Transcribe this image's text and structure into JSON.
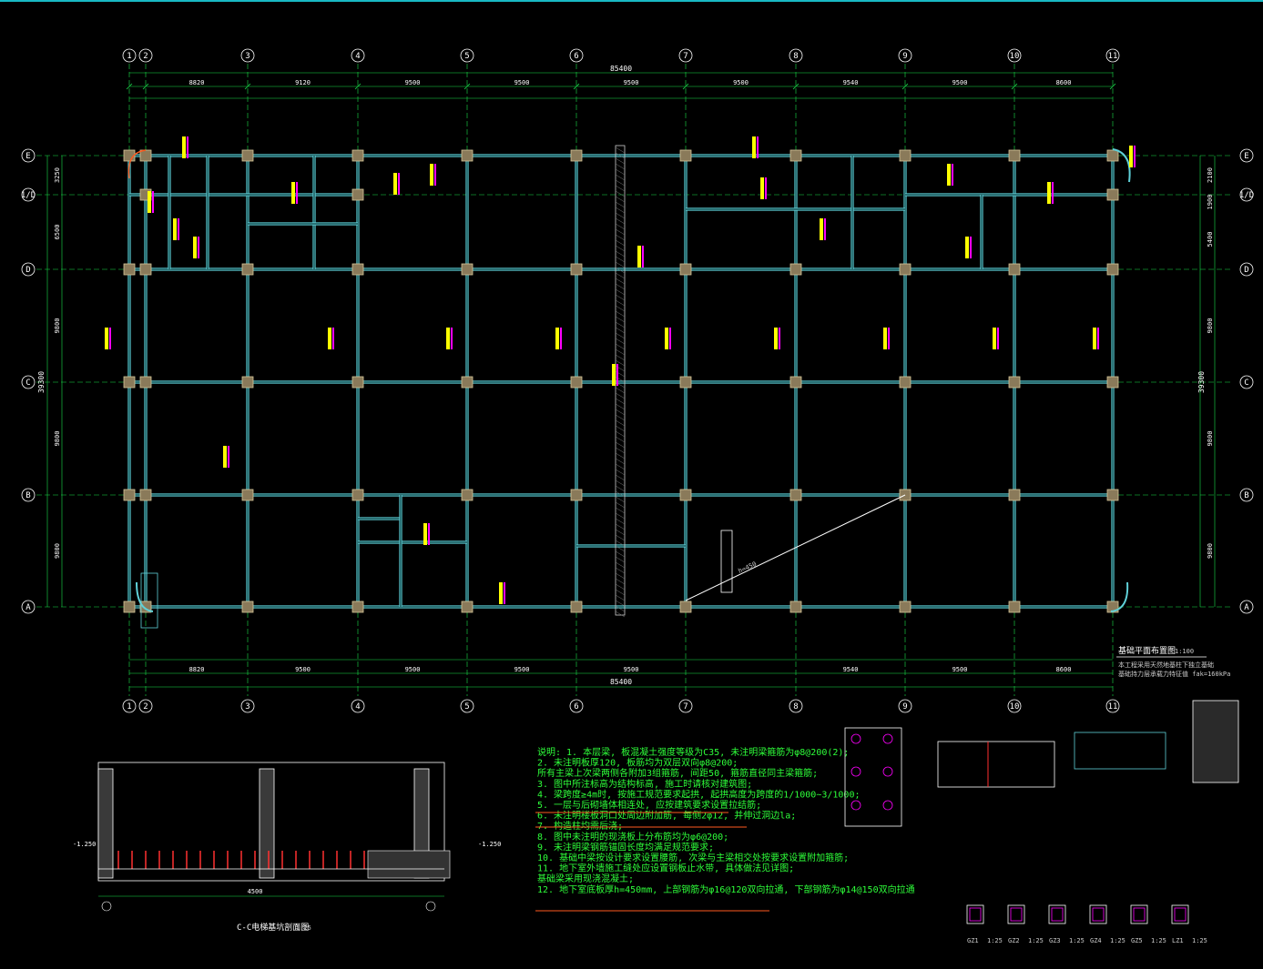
{
  "colors": {
    "background": "#000000",
    "grid_line": "#19e04b",
    "beam": "#5fd0d8",
    "column": "#8a7a5a",
    "dimension": "#19e04b",
    "text": "#ffffff",
    "tag": "#ff00ff",
    "tag_fill": "#ffff00",
    "notes": "#2eff3a",
    "highlight": "#ff5a1f"
  },
  "grid": {
    "columns": [
      "1",
      "2",
      "3",
      "4",
      "5",
      "6",
      "7",
      "8",
      "9",
      "10",
      "11"
    ],
    "rows": [
      "E",
      "1/D",
      "D",
      "C",
      "B",
      "A"
    ],
    "total_length": "85400",
    "total_width": "39300",
    "bay_top": [
      "8820",
      "9120",
      "9500",
      "9500",
      "9500",
      "9500",
      "9540",
      "9500",
      "8600"
    ],
    "bay_bottom": [
      "8820",
      "9500",
      "9500",
      "9500",
      "9500",
      "9540",
      "9500",
      "8600"
    ],
    "row_dims_left": [
      "3250",
      "6500",
      "9800",
      "9800",
      "9800"
    ],
    "row_dims_right": [
      "2100",
      "1900",
      "5400",
      "9800",
      "9800",
      "9800"
    ]
  },
  "drawing": {
    "plan_title": "基础平面布置图",
    "plan_scale": "1:100",
    "plan_note_1": "本工程采用天然地基柱下独立基础",
    "plan_note_2": "基础持力层承载力特征值 fak=160kPa",
    "section_title": "C-C电梯基坑剖面图",
    "section_scale": "1:25",
    "slope_label": "h=450"
  },
  "notes": [
    "说明: 1. 本层梁, 板混凝土强度等级为C35, 未注明梁箍筋为φ8@200(2);",
    "2. 未注明板厚120, 板筋均为双层双向φ8@200;",
    "   所有主梁上次梁两侧各附加3组箍筋, 间距50, 箍筋直径同主梁箍筋;",
    "3. 图中所注标高为结构标高, 施工时请核对建筑图;",
    "4. 梁跨度≥4m时, 按施工规范要求起拱, 起拱高度为跨度的1/1000~3/1000;",
    "5. 一层与后砌墙体相连处, 应按建筑要求设置拉结筋;",
    "6. 未注明楼板洞口处周边附加筋, 每侧2φ12, 并伸过洞边la;",
    "7. 构造柱均需后浇;",
    "8. 图中未注明的现浇板上分布筋均为φ6@200;",
    "9. 未注明梁钢筋锚固长度均满足规范要求;",
    "10. 基础中梁按设计要求设置腰筋, 次梁与主梁相交处按要求设置附加箍筋;",
    "11. 地下室外墙施工缝处应设置钢板止水带, 具体做法见详图;",
    "    基础梁采用现浇混凝土;",
    "12. 地下室底板厚h=450mm, 上部钢筋为φ16@120双向拉通, 下部钢筋为φ14@150双向拉通"
  ],
  "details": [
    {
      "name": "GZ1",
      "scale": "1:25"
    },
    {
      "name": "GZ2",
      "scale": "1:25"
    },
    {
      "name": "GZ3",
      "scale": "1:25"
    },
    {
      "name": "GZ4",
      "scale": "1:25"
    },
    {
      "name": "GZ5",
      "scale": "1:25"
    },
    {
      "name": "LZ1",
      "scale": "1:25"
    }
  ],
  "section_dims": {
    "left": "-1.250",
    "right": "-1.250",
    "bottom": "4500"
  }
}
